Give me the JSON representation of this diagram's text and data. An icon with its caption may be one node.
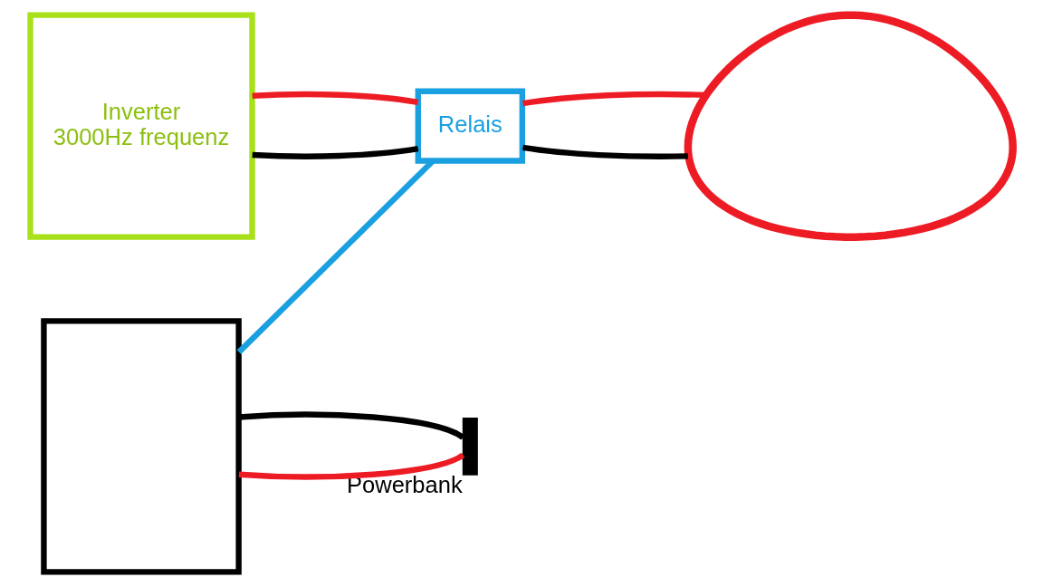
{
  "diagram": {
    "nodes": [
      {
        "text": [],
        "shape": "box"
      },
      {
        "text": [
          "Relais"
        ]
      },
      {
        "text": [
          "Inverter",
          "3000Hz frequenz"
        ]
      },
      {
        "text": [],
        "shape": "battery",
        "beside": [
          "Powerbank"
        ]
      },
      {
        "text": [],
        "shape": "picture"
      }
    ],
    "edges": [
      {
        "from": 0,
        "to": 1,
        "arrow": "none",
        "color": "#1aa0e0"
      },
      {
        "from": 2,
        "to": 1,
        "arrow": "none",
        "color": "#000000"
      },
      {
        "from": 2,
        "to": 1,
        "arrow": "none",
        "color": "#ed1c24"
      },
      {
        "from": 1,
        "to": 4,
        "arrow": "none",
        "color": "#000000"
      },
      {
        "from": 1,
        "to": 4,
        "arrow": "none",
        "color": "#ed1c24"
      },
      {
        "from": 0,
        "to": 3,
        "arrow": "none",
        "color": "#ed1c24"
      },
      {
        "from": 0,
        "to": 3,
        "arrow": "none",
        "color": "#000000"
      }
    ]
  }
}
